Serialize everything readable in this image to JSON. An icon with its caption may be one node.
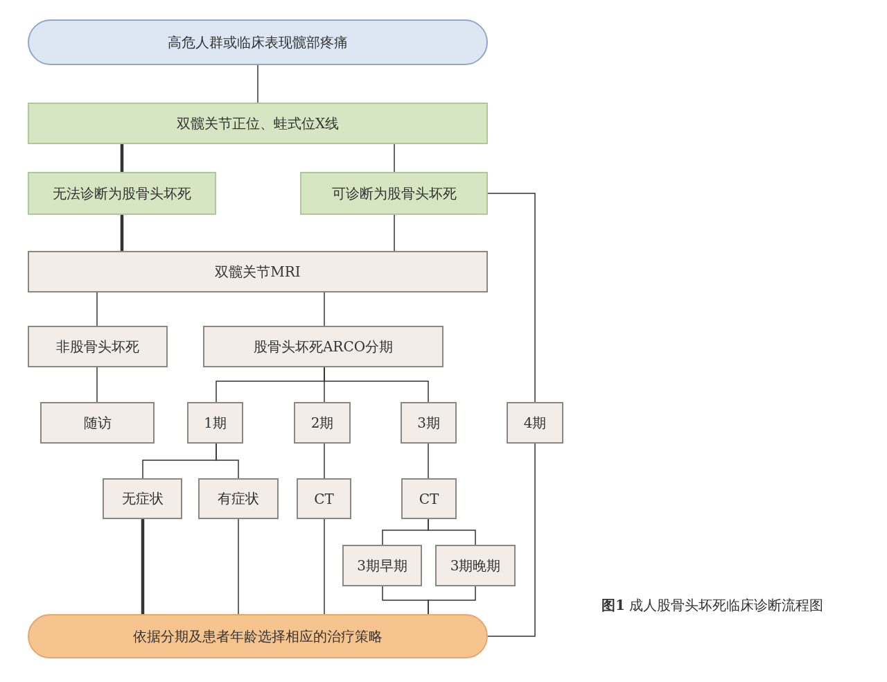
{
  "diagram": {
    "caption": "**图1** 成人股骨头坏死临床诊断流程图",
    "nodes": [
      {
        "text": [
          "高危人群或临床表现髋部疼痛"
        ]
      },
      {
        "text": [
          "双髋关节正位、蛙式位X线"
        ]
      },
      {
        "text": [
          "无法诊断为股骨头坏死"
        ]
      },
      {
        "text": [
          "可诊断为股骨头坏死"
        ]
      },
      {
        "text": [
          "双髋关节MRI"
        ]
      },
      {
        "text": [
          "非股骨头坏死"
        ]
      },
      {
        "text": [
          "股骨头坏死ARCO分期"
        ]
      },
      {
        "text": [
          "随访"
        ]
      },
      {
        "text": [
          "1期"
        ]
      },
      {
        "text": [
          "2期"
        ]
      },
      {
        "text": [
          "3期"
        ]
      },
      {
        "text": [
          "4期"
        ]
      },
      {
        "text": [
          "无症状"
        ]
      },
      {
        "text": [
          "有症状"
        ]
      },
      {
        "text": [
          "CT"
        ]
      },
      {
        "text": [
          "CT"
        ]
      },
      {
        "text": [
          "3期早期"
        ]
      },
      {
        "text": [
          "3期晚期"
        ]
      },
      {
        "text": [
          "依据分期及患者年龄选择相应的治疗策略"
        ]
      }
    ],
    "edges": [
      {
        "from": 0,
        "to": 1,
        "arrow": "none"
      },
      {
        "from": 1,
        "to": 2,
        "arrow": "none",
        "style": "thick"
      },
      {
        "from": 1,
        "to": 3,
        "arrow": "none"
      },
      {
        "from": 2,
        "to": 4,
        "arrow": "none",
        "style": "thick"
      },
      {
        "from": 3,
        "to": 4,
        "arrow": "none"
      },
      {
        "from": 3,
        "to": 11,
        "arrow": "none"
      },
      {
        "from": 4,
        "to": 5,
        "arrow": "none"
      },
      {
        "from": 4,
        "to": 6,
        "arrow": "none"
      },
      {
        "from": 5,
        "to": 7,
        "arrow": "none"
      },
      {
        "from": 6,
        "to": 8,
        "arrow": "none"
      },
      {
        "from": 6,
        "to": 9,
        "arrow": "none"
      },
      {
        "from": 6,
        "to": 10,
        "arrow": "none"
      },
      {
        "from": 8,
        "to": 12,
        "arrow": "none"
      },
      {
        "from": 8,
        "to": 13,
        "arrow": "none"
      },
      {
        "from": 9,
        "to": 14,
        "arrow": "none"
      },
      {
        "from": 10,
        "to": 15,
        "arrow": "none"
      },
      {
        "from": 15,
        "to": 16,
        "arrow": "none"
      },
      {
        "from": 15,
        "to": 17,
        "arrow": "none"
      },
      {
        "from": 12,
        "to": 18,
        "arrow": "none",
        "style": "thick"
      },
      {
        "from": 13,
        "to": 18,
        "arrow": "none"
      },
      {
        "from": 14,
        "to": 18,
        "arrow": "none"
      },
      {
        "from": 16,
        "to": 18,
        "arrow": "none"
      },
      {
        "from": 17,
        "to": 18,
        "arrow": "none"
      },
      {
        "from": 11,
        "to": 18,
        "arrow": "none"
      }
    ]
  }
}
